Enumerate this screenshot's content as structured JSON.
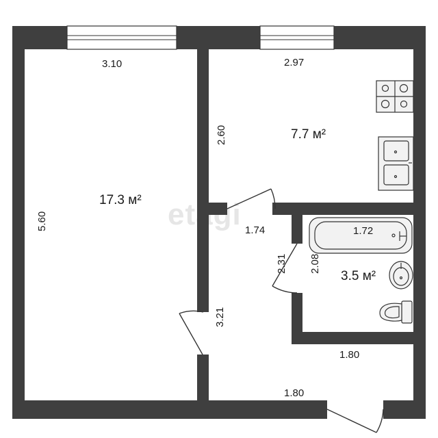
{
  "watermark": "etagi",
  "rooms": {
    "living": {
      "area": "17.3 м²",
      "width": "3.10",
      "length": "5.60"
    },
    "kitchen": {
      "area": "7.7 м²",
      "width": "2.97",
      "length": "2.60"
    },
    "bathroom": {
      "area": "3.5 м²",
      "width": "1.80",
      "length": "2.08",
      "tub_length": "1.72"
    },
    "hallway": {
      "length": "3.21",
      "width": "1.80",
      "corridor_width": "1.74",
      "door_wall": "2.31"
    }
  },
  "colors": {
    "wall": "#3f3f3f",
    "fixture_fill": "#f2f2f2",
    "line": "#333333"
  },
  "icons": [
    "window-icon",
    "stove-icon",
    "kitchen-sink-icon",
    "bathtub-icon",
    "washbasin-icon",
    "toilet-icon",
    "door-swing-icon"
  ]
}
